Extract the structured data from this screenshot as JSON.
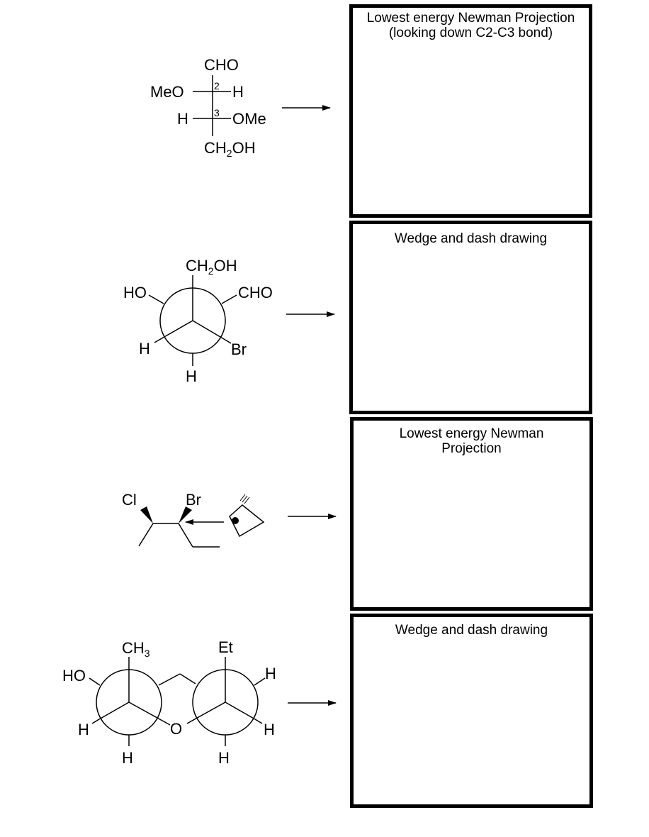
{
  "row1": {
    "cho": "CHO",
    "meo": "MeO",
    "h_right": "H",
    "c2": "2",
    "h_left": "H",
    "c3": "3",
    "ome": "OMe",
    "ch2oh_base": "CH",
    "ch2oh_sub": "2",
    "ch2oh_tail": "OH",
    "box_line1": "Lowest energy Newman Projection",
    "box_line2": "(looking down C2-C3 bond)"
  },
  "row2": {
    "ch2oh_base": "CH",
    "ch2oh_sub": "2",
    "ch2oh_tail": "OH",
    "ho": "HO",
    "cho": "CHO",
    "h_left": "H",
    "br": "Br",
    "h_bottom": "H",
    "box_line1": "Wedge and dash drawing"
  },
  "row3": {
    "cl": "Cl",
    "br": "Br",
    "box_line1": "Lowest energy Newman",
    "box_line2": "Projection"
  },
  "row4": {
    "ch3_base": "CH",
    "ch3_sub": "3",
    "et": "Et",
    "ho": "HO",
    "h_right_top": "H",
    "o": "O",
    "h_left": "H",
    "h_right_bottom": "H",
    "h_bottom_left": "H",
    "h_bottom_right": "H",
    "box_line1": "Wedge and dash drawing"
  }
}
